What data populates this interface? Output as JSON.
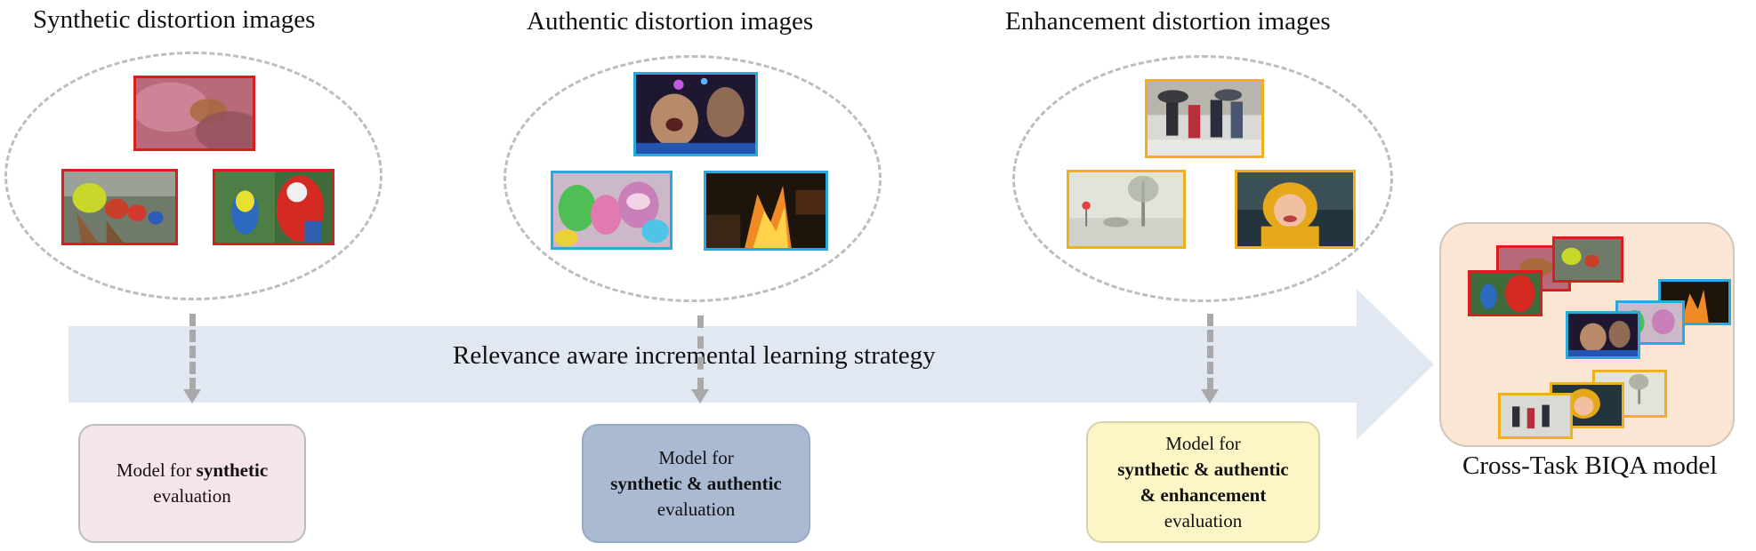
{
  "groups": {
    "synthetic": {
      "title": "Synthetic distortion images",
      "thumbs": [
        "blurred-butterfly-image",
        "frog-toys-image",
        "parrots-image"
      ]
    },
    "authentic": {
      "title": "Authentic distortion images",
      "thumbs": [
        "blurry-night-portrait-image",
        "plush-toys-image",
        "night-fire-image"
      ]
    },
    "enhancement": {
      "title": "Enhancement distortion images",
      "thumbs": [
        "people-umbrellas-image",
        "foggy-road-image",
        "child-yellow-raincoat-image"
      ]
    }
  },
  "strategy": {
    "label": "Relevance aware incremental learning strategy"
  },
  "models": {
    "m1": {
      "prefix": "Model for ",
      "bold": "synthetic",
      "suffix": "evaluation",
      "fill": "#f5e4ea"
    },
    "m2": {
      "prefix": "Model for",
      "bold": "synthetic & authentic",
      "suffix": "evaluation",
      "fill": "#a9bad2"
    },
    "m3": {
      "prefix": "Model for",
      "bold1": "synthetic & authentic",
      "bold2": "& enhancement",
      "suffix": "evaluation",
      "fill": "#fcf6c6"
    }
  },
  "result": {
    "label": "Cross-Task BIQA model",
    "fill": "#fbe5d3"
  },
  "colors": {
    "synthetic_border": "#d81e1e",
    "authentic_border": "#2aa9dd",
    "enhancement_border": "#f0b01c",
    "arrow_fill": "#e1e8f1",
    "dash": "#a9a9a9"
  }
}
